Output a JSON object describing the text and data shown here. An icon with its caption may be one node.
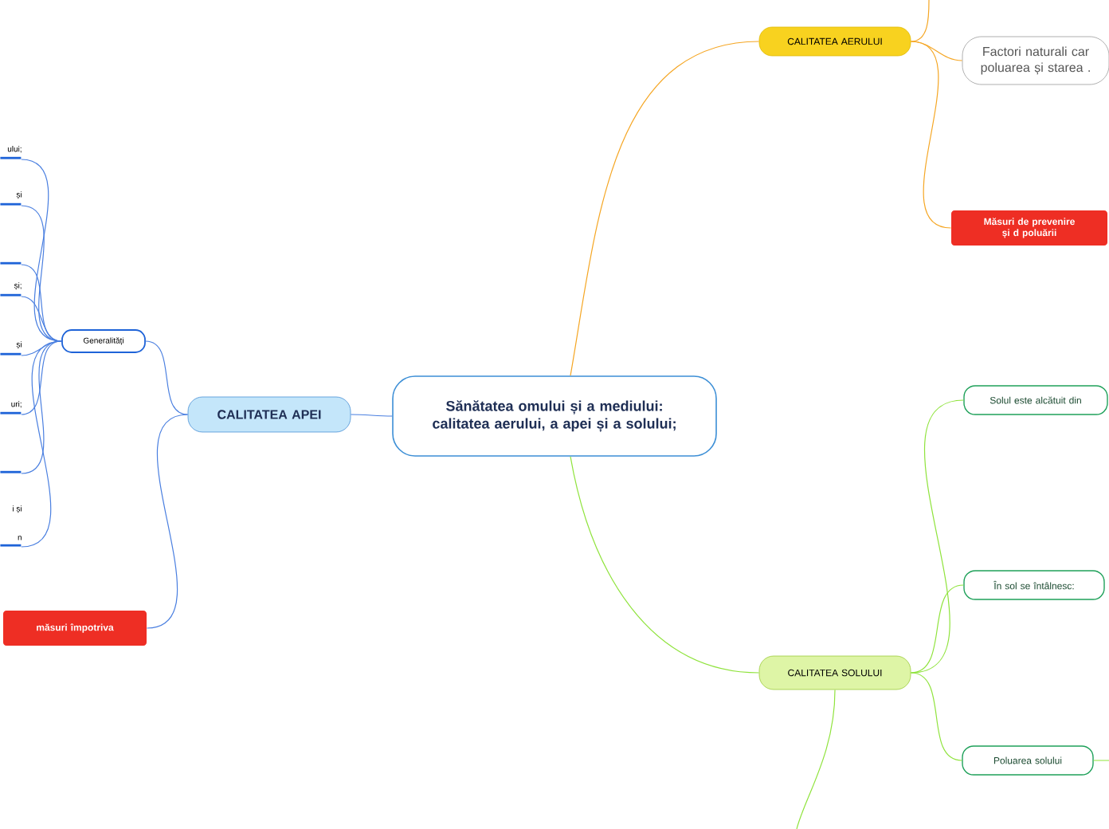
{
  "diagram": {
    "nodes": [
      {
        "text": [
          "Sănătatea omului și a mediului: calitatea aerului, a apei și a solului;"
        ]
      },
      {
        "text": [
          "CALITATEA AERULUI"
        ]
      },
      {
        "text": [
          "Factori naturali car poluarea și starea ."
        ]
      },
      {
        "text": [
          "Măsuri de prevenire și d poluării"
        ]
      },
      {
        "text": [
          "CALITATEA APEI"
        ]
      },
      {
        "text": [
          "Generalități"
        ]
      },
      {
        "text": [
          "ului;"
        ]
      },
      {
        "text": [
          "și"
        ]
      },
      {
        "text": [],
        "shape": "bar"
      },
      {
        "text": [
          "și;"
        ]
      },
      {
        "text": [
          "și"
        ]
      },
      {
        "text": [
          "uri;"
        ]
      },
      {
        "text": [],
        "shape": "bar"
      },
      {
        "text": [
          "i și",
          "n"
        ]
      },
      {
        "text": [
          "măsuri împotriva"
        ]
      },
      {
        "text": [
          "CALITATEA SOLULUI"
        ]
      },
      {
        "text": [
          "Solul este alcătuit din"
        ]
      },
      {
        "text": [
          "În sol se întâlnesc:"
        ]
      },
      {
        "text": [
          "Poluarea solului"
        ]
      }
    ],
    "edges": [
      {
        "from": 0,
        "to": 1,
        "arrow": "none",
        "color": "#f5a623"
      },
      {
        "from": 1,
        "to": null,
        "arrow": "none",
        "color": "#f5a623"
      },
      {
        "from": 1,
        "to": 2,
        "arrow": "none",
        "color": "#f5a623"
      },
      {
        "from": 1,
        "to": 3,
        "arrow": "none",
        "color": "#f5a623"
      },
      {
        "from": 0,
        "to": 4,
        "arrow": "none",
        "color": "#4a7fe0"
      },
      {
        "from": 4,
        "to": 5,
        "arrow": "none",
        "color": "#4a7fe0"
      },
      {
        "from": 5,
        "to": 6,
        "arrow": "none",
        "color": "#4a7fe0"
      },
      {
        "from": 5,
        "to": 7,
        "arrow": "none",
        "color": "#4a7fe0"
      },
      {
        "from": 5,
        "to": 8,
        "arrow": "none",
        "color": "#4a7fe0"
      },
      {
        "from": 5,
        "to": 9,
        "arrow": "none",
        "color": "#4a7fe0"
      },
      {
        "from": 5,
        "to": 10,
        "arrow": "none",
        "color": "#4a7fe0"
      },
      {
        "from": 5,
        "to": 11,
        "arrow": "none",
        "color": "#4a7fe0"
      },
      {
        "from": 5,
        "to": 12,
        "arrow": "none",
        "color": "#4a7fe0"
      },
      {
        "from": 5,
        "to": 13,
        "arrow": "none",
        "color": "#4a7fe0"
      },
      {
        "from": 4,
        "to": 14,
        "arrow": "none",
        "color": "#4a7fe0"
      },
      {
        "from": 0,
        "to": 15,
        "arrow": "none",
        "color": "#8fe33c"
      },
      {
        "from": 15,
        "to": 16,
        "arrow": "none",
        "color": "#8fe33c"
      },
      {
        "from": 15,
        "to": 17,
        "arrow": "none",
        "color": "#8fe33c"
      },
      {
        "from": 15,
        "to": 18,
        "arrow": "none",
        "color": "#8fe33c"
      },
      {
        "from": 18,
        "to": null,
        "arrow": "none",
        "color": "#8fe33c"
      },
      {
        "from": 15,
        "to": null,
        "arrow": "none",
        "color": "#8fe33c"
      }
    ]
  }
}
